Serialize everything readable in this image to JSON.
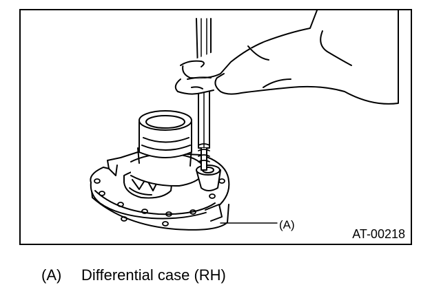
{
  "figure": {
    "callout": "(A)",
    "code": "AT-00218"
  },
  "caption": {
    "ref": "(A)",
    "text": "Differential case (RH)"
  }
}
